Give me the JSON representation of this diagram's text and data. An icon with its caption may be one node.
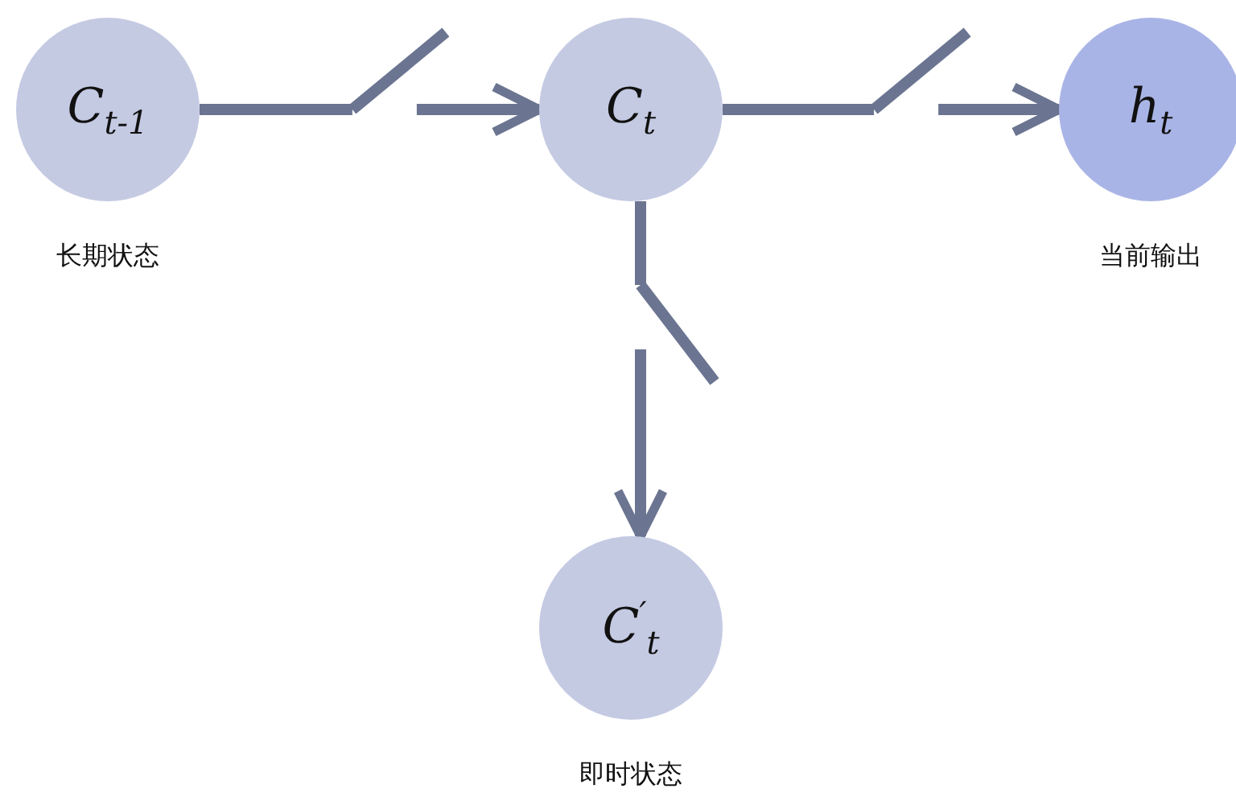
{
  "diagram": {
    "nodes": [
      {
        "text": [
          "C$_{t-1}$"
        ],
        "beside": [
          "长期状态"
        ]
      },
      {
        "text": [
          "C$_{t}$"
        ]
      },
      {
        "text": [
          "h$_{t}$"
        ],
        "beside": [
          "当前输出"
        ]
      },
      {
        "text": [
          "C$^{′}$$_{t}$"
        ],
        "beside": [
          "即时状态"
        ]
      }
    ],
    "edges": [
      {
        "from": 0,
        "to": 1,
        "arrow": "to"
      },
      {
        "from": 1,
        "to": 2,
        "arrow": "to"
      },
      {
        "from": 1,
        "to": 3,
        "arrow": "to"
      }
    ]
  }
}
